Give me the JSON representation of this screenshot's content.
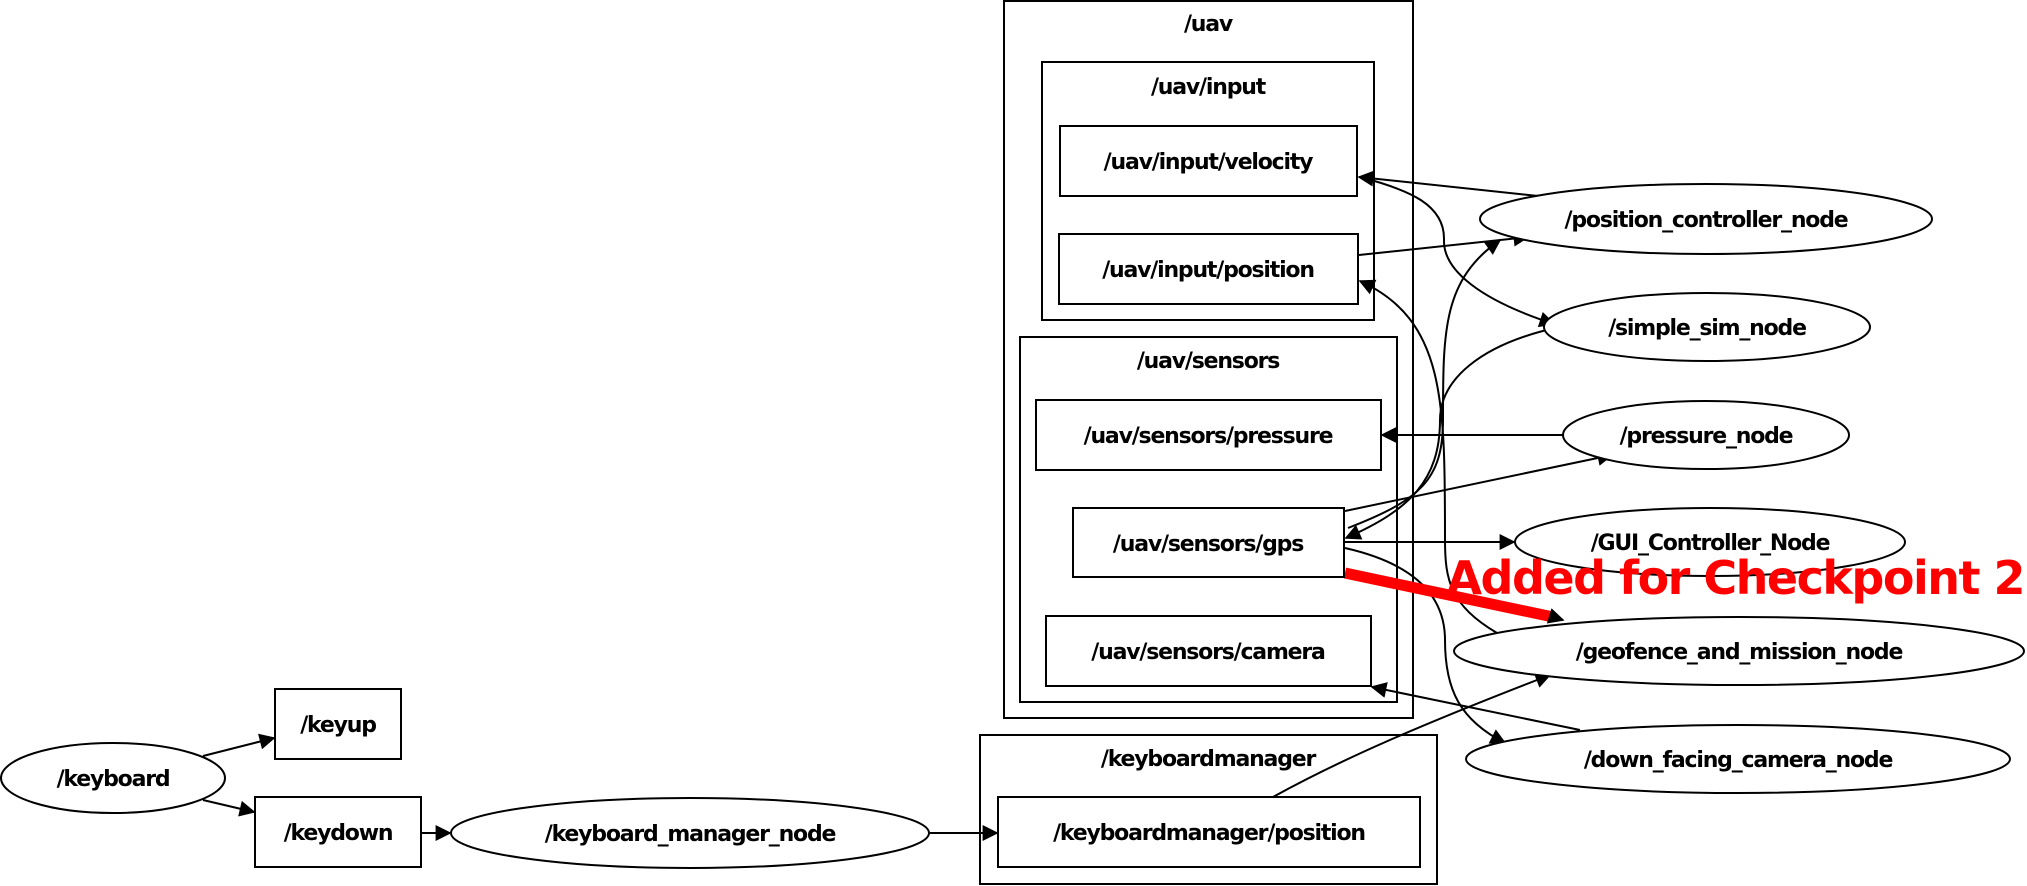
{
  "graph": {
    "clusters": {
      "uav": "/uav",
      "uav_input": "/uav/input",
      "uav_sensors": "/uav/sensors",
      "keyboardmanager": "/keyboardmanager"
    },
    "topics": {
      "velocity": "/uav/input/velocity",
      "position": "/uav/input/position",
      "pressure": "/uav/sensors/pressure",
      "gps": "/uav/sensors/gps",
      "camera": "/uav/sensors/camera",
      "kbm_position": "/keyboardmanager/position",
      "keyup": "/keyup",
      "keydown": "/keydown"
    },
    "nodes": {
      "keyboard": "/keyboard",
      "keyboard_manager_node": "/keyboard_manager_node",
      "position_controller_node": "/position_controller_node",
      "simple_sim_node": "/simple_sim_node",
      "pressure_node": "/pressure_node",
      "gui_controller_node": "/GUI_Controller_Node",
      "geofence_and_mission_node": "/geofence_and_mission_node",
      "down_facing_camera_node": "/down_facing_camera_node"
    },
    "edges": [
      {
        "from": "/keyboard",
        "to": "/keyup"
      },
      {
        "from": "/keyboard",
        "to": "/keydown"
      },
      {
        "from": "/keydown",
        "to": "/keyboard_manager_node"
      },
      {
        "from": "/keyboard_manager_node",
        "to": "/keyboardmanager/position"
      },
      {
        "from": "/keyboardmanager/position",
        "to": "/geofence_and_mission_node"
      },
      {
        "from": "/position_controller_node",
        "to": "/uav/input/velocity"
      },
      {
        "from": "/uav/input/velocity",
        "to": "/simple_sim_node"
      },
      {
        "from": "/uav/input/position",
        "to": "/position_controller_node"
      },
      {
        "from": "/uav/sensors/gps",
        "to": "/position_controller_node"
      },
      {
        "from": "/simple_sim_node",
        "to": "/uav/sensors/gps"
      },
      {
        "from": "/geofence_and_mission_node",
        "to": "/uav/input/position"
      },
      {
        "from": "/pressure_node",
        "to": "/uav/sensors/pressure"
      },
      {
        "from": "/uav/sensors/gps",
        "to": "/pressure_node"
      },
      {
        "from": "/uav/sensors/gps",
        "to": "/GUI_Controller_Node"
      },
      {
        "from": "/uav/sensors/gps",
        "to": "/geofence_and_mission_node",
        "highlight": true
      },
      {
        "from": "/uav/sensors/gps",
        "to": "/down_facing_camera_node"
      },
      {
        "from": "/down_facing_camera_node",
        "to": "/uav/sensors/camera"
      }
    ],
    "annotation": {
      "text": "Added for Checkpoint 2",
      "color": "#ff0000"
    }
  }
}
